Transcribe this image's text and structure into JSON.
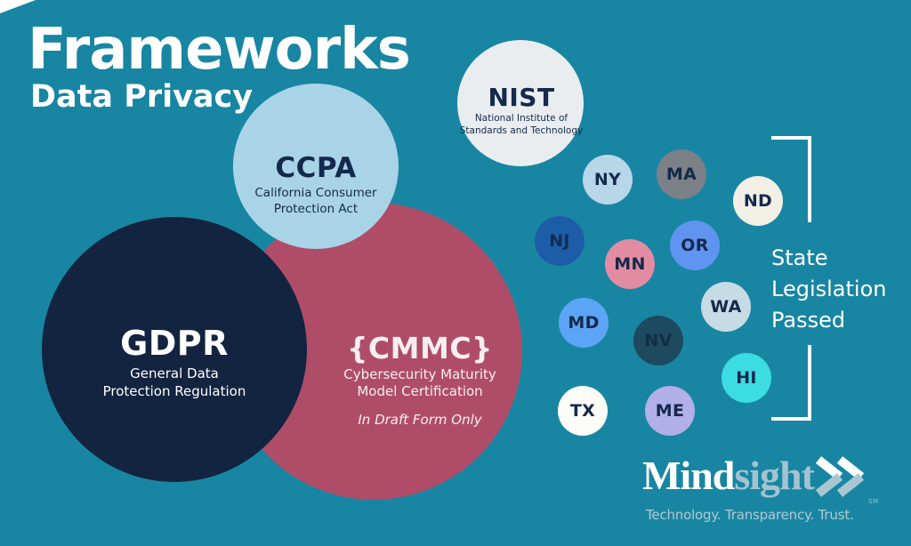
{
  "header": {
    "title": "Frameworks",
    "subtitle": "Data Privacy"
  },
  "frameworks": [
    {
      "id": "cmmc",
      "abbr": "{CMMC}",
      "line1": "Cybersecurity Maturity",
      "line2": "Model Certification",
      "note": "In Draft Form Only",
      "color": "#af4d68",
      "text_color": "#f6eef1"
    },
    {
      "id": "ccpa",
      "abbr": "CCPA",
      "line1": "California Consumer",
      "line2": "Protection Act",
      "color": "#a9d4e7",
      "text_color": "#14294b"
    },
    {
      "id": "gdpr",
      "abbr": "GDPR",
      "line1": "General Data",
      "line2": "Protection Regulation",
      "color": "#12243f",
      "text_color": "#ffffff"
    },
    {
      "id": "nist",
      "abbr": "NIST",
      "line1": "National Institute of",
      "line2": "Standards and Technology",
      "color": "#e9edf0",
      "text_color": "#14294b"
    }
  ],
  "states": [
    {
      "label": "NY",
      "color": "#b7d7e9",
      "text_color": "#14294b"
    },
    {
      "label": "MA",
      "color": "#7b8187",
      "text_color": "#14294b"
    },
    {
      "label": "ND",
      "color": "#f1efe6",
      "text_color": "#14294b"
    },
    {
      "label": "NJ",
      "color": "#1d5da7",
      "text_color": "#122c4f"
    },
    {
      "label": "OR",
      "color": "#5f94f0",
      "text_color": "#14294b"
    },
    {
      "label": "MN",
      "color": "#e28ca4",
      "text_color": "#14294b"
    },
    {
      "label": "WA",
      "color": "#c7dbe5",
      "text_color": "#14294b"
    },
    {
      "label": "MD",
      "color": "#5ba4f6",
      "text_color": "#14294b"
    },
    {
      "label": "NV",
      "color": "#1d4a5f",
      "text_color": "#122c44"
    },
    {
      "label": "HI",
      "color": "#3bdce2",
      "text_color": "#14294b"
    },
    {
      "label": "TX",
      "color": "#fcfcf8",
      "text_color": "#14294b"
    },
    {
      "label": "ME",
      "color": "#b2afe9",
      "text_color": "#14294b"
    }
  ],
  "legend": {
    "line1": "State",
    "line2": "Legislation",
    "line3": "Passed"
  },
  "logo": {
    "word_part1": "Mind",
    "word_part2": "sight",
    "trademark": "SM",
    "tagline": "Technology. Transparency. Trust."
  },
  "palette": {
    "background": "#1886a2",
    "bracket": "#ffffff",
    "arrow_light": "#a9c7d3",
    "arrow_white": "#ffffff"
  }
}
